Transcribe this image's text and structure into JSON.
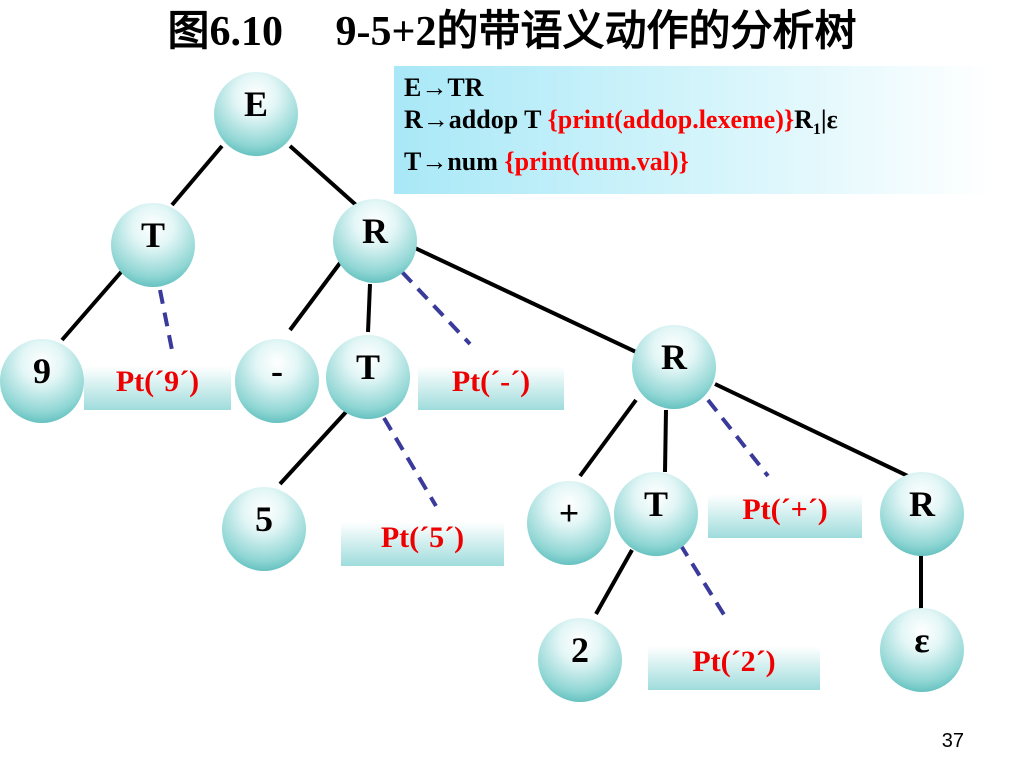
{
  "title": "图6.10     9-5+2的带语义动作的分析树",
  "grammar": {
    "line1": "E→TR",
    "line2_a": "R→addop T ",
    "line2_action": "{print(addop.lexeme)}",
    "line2_b": "R",
    "line2_sub": "1",
    "line2_c": "|ε",
    "line3_a": "T→num ",
    "line3_action": "{print(num.val)}"
  },
  "tree": {
    "root_E": "E",
    "T1": "T",
    "R1": "R",
    "digit_9": "9",
    "action_9": "Pt(´9´)",
    "minus": "-",
    "T2": "T",
    "action_minus": "Pt(´-´)",
    "R2": "R",
    "digit_5": "5",
    "action_5": "Pt(´5´)",
    "plus": "+",
    "T3": "T",
    "action_plus": "Pt(´+´)",
    "R3": "R",
    "digit_2": "2",
    "action_2": "Pt(´2´)",
    "epsilon": "ε"
  },
  "colors": {
    "edge": "#000000",
    "action_edge": "#3a3a9a",
    "action_text": "#ee0000",
    "node_fill": "#32a9a8"
  },
  "page_number": "37"
}
